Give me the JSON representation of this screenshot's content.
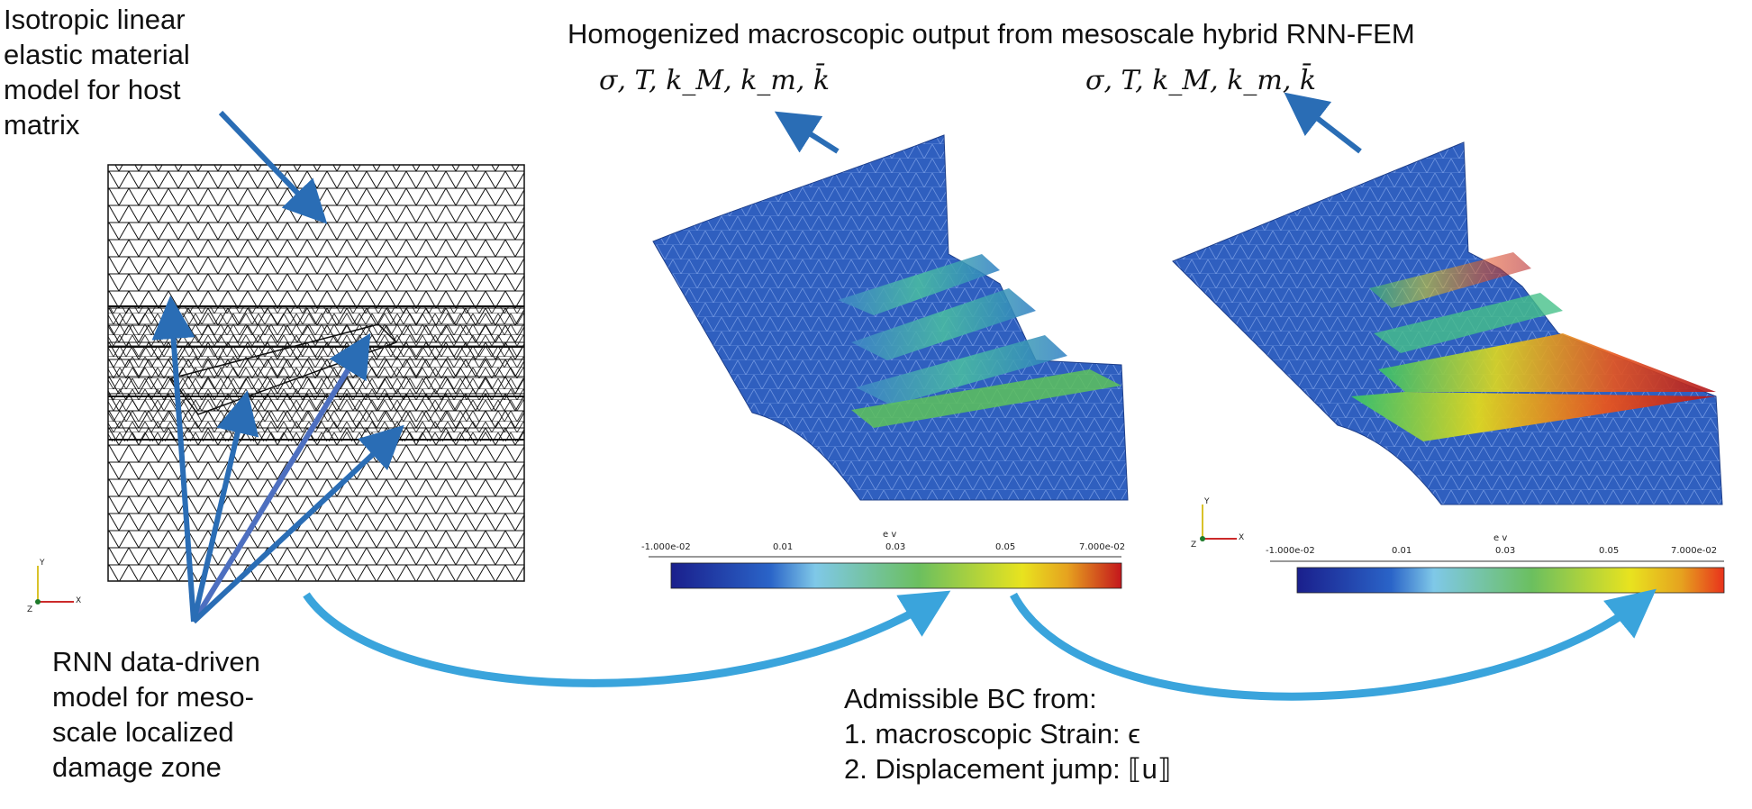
{
  "top_left_label": {
    "lines": [
      "Isotropic linear",
      "elastic material",
      "model for host",
      "matrix"
    ]
  },
  "bottom_left_label": {
    "lines": [
      "RNN data-driven",
      "model for meso-",
      "scale localized",
      "damage zone"
    ]
  },
  "main_title": "Homogenized macroscopic output from mesoscale hybrid RNN-FEM",
  "output_vars_left": "σ, T, k_M, k_m, k̄",
  "output_vars_right": "σ, T, k_M, k_m, k̄",
  "colorbar_left": {
    "title": "e v",
    "ticks": [
      "-1.000e-02",
      "0.01",
      "0.03",
      "0.05",
      "7.000e-02"
    ],
    "colors": [
      "#1a1f8c",
      "#2a64c8",
      "#6bbf5f",
      "#e8e31f",
      "#c4161c"
    ]
  },
  "colorbar_right": {
    "title": "e v",
    "ticks": [
      "-1.000e-02",
      "0.01",
      "0.03",
      "0.05",
      "7.000e-02"
    ],
    "colors": [
      "#1a1f8c",
      "#2a64c8",
      "#6bbf5f",
      "#e8e31f",
      "#e8321c"
    ]
  },
  "bc_text": {
    "heading": "Admissible BC from:",
    "item1": "1. macroscopic Strain: ϵ",
    "item2": "2. Displacement jump: ⟦u⟧"
  },
  "axis_triad": {
    "x": "X",
    "y": "Y",
    "z": "Z"
  },
  "colors": {
    "arrow_blue": "#2a6db5",
    "curve_blue": "#3aa4dc",
    "mesh_blue": "#2f5fbf",
    "mesh_line": "#111111"
  }
}
